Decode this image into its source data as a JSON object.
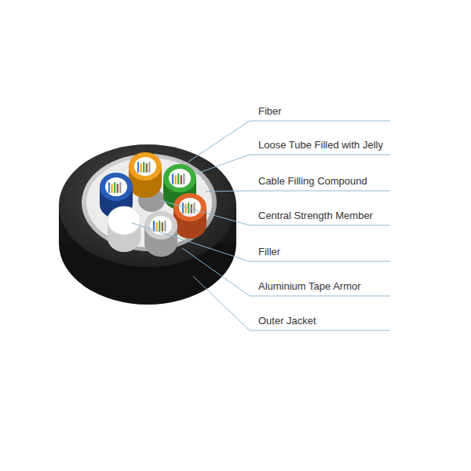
{
  "diagram": {
    "labels": [
      "Fiber",
      "Loose Tube Filled with Jelly",
      "Cable Filling Compound",
      "Central Strength Member",
      "Filler",
      "Aluminium Tape Armor",
      "Outer Jacket"
    ]
  }
}
